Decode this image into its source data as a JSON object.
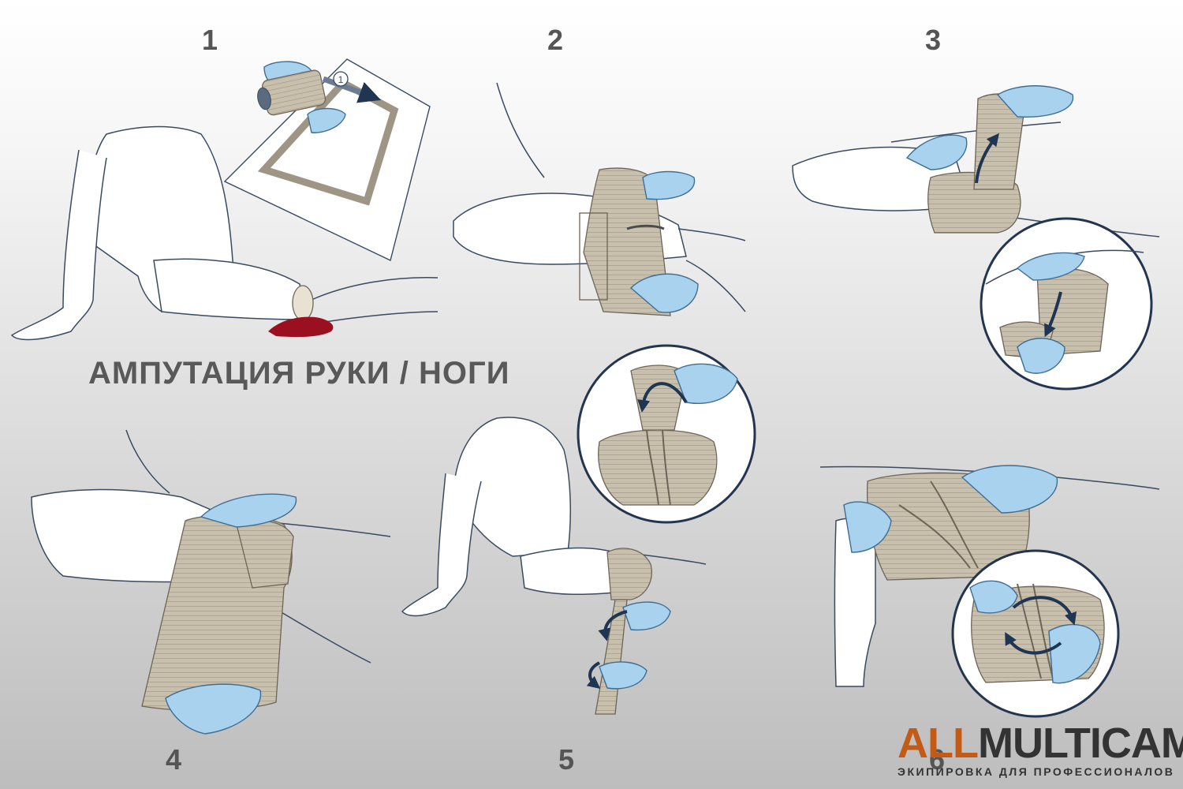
{
  "title": "АМПУТАЦИЯ РУКИ / НОГИ",
  "steps": [
    {
      "number": "1"
    },
    {
      "number": "2"
    },
    {
      "number": "3"
    },
    {
      "number": "4"
    },
    {
      "number": "5"
    },
    {
      "number": "6"
    }
  ],
  "diagram_marker": "1",
  "brand": {
    "name_part1": "ALL",
    "name_part2": "MULTICAM",
    "tagline": "ЭКИПИРОВКА ДЛЯ ПРОФЕССИОНАЛОВ"
  },
  "colors": {
    "step_number": "#555555",
    "title": "#595959",
    "glove": "#a9d2ee",
    "bandage": "#c8bfad",
    "blood": "#9b1020",
    "arrow": "#1f3552",
    "brand_accent": "#c25a18",
    "brand_dark": "#333333"
  }
}
